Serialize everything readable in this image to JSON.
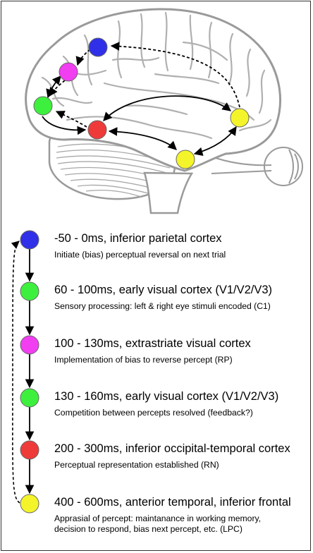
{
  "colors": {
    "blue": "#3030e8",
    "green": "#3ef03e",
    "magenta": "#f03ef0",
    "red": "#ef3a3a",
    "yellow": "#f4f42a",
    "brain_outline": "#9a9a9a",
    "brain_fill": "#ffffff"
  },
  "brain_nodes": [
    {
      "color": "blue",
      "region": "inferior parietal cortex"
    },
    {
      "color": "magenta",
      "region": "extrastriate visual cortex"
    },
    {
      "color": "green",
      "region": "early visual cortex"
    },
    {
      "color": "red",
      "region": "inferior occipital-temporal cortex"
    },
    {
      "color": "yellow",
      "region": "inferior frontal"
    },
    {
      "color": "yellow",
      "region": "anterior temporal"
    }
  ],
  "steps": [
    {
      "color": "blue",
      "title": "-50 - 0ms, inferior parietal cortex",
      "desc": [
        "Initiate (bias) perceptual reversal on next trial"
      ]
    },
    {
      "color": "green",
      "title": "60 - 100ms, early visual cortex (V1/V2/V3)",
      "desc": [
        "Sensory processing: left & right eye stimuli encoded (C1)"
      ]
    },
    {
      "color": "magenta",
      "title": "100 - 130ms, extrastriate visual cortex",
      "desc": [
        "Implementation of bias to reverse percept (RP)"
      ]
    },
    {
      "color": "green",
      "title": "130 - 160ms, early visual cortex (V1/V2/V3)",
      "desc": [
        "Competition between percepts resolved (feedback?)"
      ]
    },
    {
      "color": "red",
      "title": "200 - 300ms, inferior occipital-temporal cortex",
      "desc": [
        "Perceptual representation established (RN)"
      ]
    },
    {
      "color": "yellow",
      "title": "400 - 600ms, anterior temporal, inferior frontal",
      "desc": [
        "Apprasial of percept: maintanance in working memory,",
        "decision to respond, bias next percept, etc. (LPC)"
      ]
    }
  ]
}
